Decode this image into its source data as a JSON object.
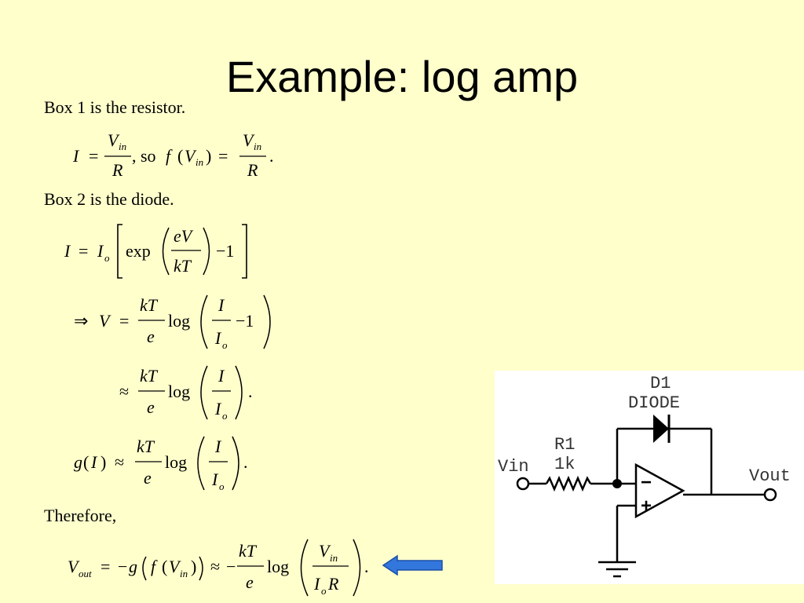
{
  "slide": {
    "title": "Example: log amp",
    "text": {
      "box1": "Box 1 is the resistor.",
      "box2": "Box 2 is the diode.",
      "therefore": "Therefore,"
    }
  },
  "equations": {
    "eq1": {
      "I": "I",
      "eq": "=",
      "V": "V",
      "in": "in",
      "R": "R",
      "so": ", so",
      "f": "f",
      "lparen": "(",
      "rparen": ")",
      "period": "."
    },
    "eq2": {
      "I": "I",
      "eq": "=",
      "Io": "I",
      "o": "o",
      "exp": "exp",
      "eV": "eV",
      "kT": "kT",
      "minus1": "−1"
    },
    "eq3": {
      "implies": "⇒",
      "V": "V",
      "eq": "=",
      "kT": "kT",
      "e": "e",
      "log": "log",
      "I": "I",
      "Io": "I",
      "o": "o",
      "minus1": "−1"
    },
    "eq4": {
      "approx": "≈",
      "kT": "kT",
      "e": "e",
      "log": "log",
      "I": "I",
      "Io": "I",
      "o": "o",
      "period": "."
    },
    "eq5": {
      "g": "g",
      "lparen": "(",
      "I": "I",
      "rparen": ")",
      "approx": "≈",
      "kT": "kT",
      "e": "e",
      "log": "log",
      "Inum": "I",
      "Io": "I",
      "o": "o",
      "period": "."
    },
    "eq6": {
      "V": "V",
      "out": "out",
      "eq": "=",
      "minus": "−",
      "g": "g",
      "f": "f",
      "lparen": "(",
      "Vin": "V",
      "in": "in",
      "rparen": ")",
      "approx": "≈",
      "kT": "kT",
      "e": "e",
      "log": "log",
      "Io": "I",
      "o": "o",
      "R": "R",
      "period": "."
    }
  },
  "circuit": {
    "d1": "D1",
    "diode": "DIODE",
    "r1": "R1",
    "r1_value": "1k",
    "vin": "Vin",
    "vout": "Vout",
    "minus": "−",
    "plus": "+"
  },
  "colors": {
    "background": "#ffffcc",
    "arrow_fill": "#3377dd",
    "arrow_stroke": "#1a4fa8"
  }
}
